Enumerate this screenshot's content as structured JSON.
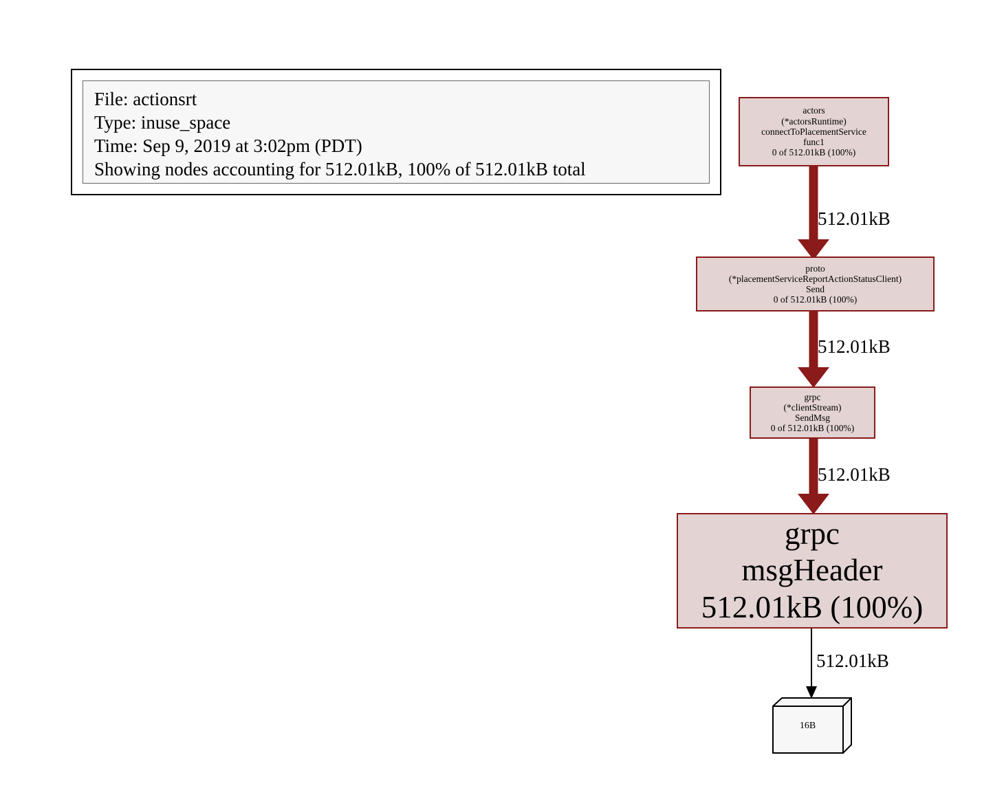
{
  "legend": {
    "lines": [
      "File: actionsrt",
      "Type: inuse_space",
      "Time: Sep 9, 2019 at 3:02pm (PDT)",
      "Showing nodes accounting for 512.01kB, 100% of 512.01kB total"
    ]
  },
  "colors": {
    "node_fill": "#e3d3d3",
    "node_border": "#8b1a1a",
    "edge": "#8b1a1a",
    "leaf_edge": "#000000",
    "leaf_fill": "#f7f7f7",
    "background": "#ffffff"
  },
  "graph": {
    "nodes": [
      {
        "id": "actors-connectToPlacementService",
        "lines": [
          "actors",
          "(*actorsRuntime)",
          "connectToPlacementService",
          "func1",
          "0 of 512.01kB (100%)"
        ]
      },
      {
        "id": "proto-send",
        "lines": [
          "proto",
          "(*placementServiceReportActionStatusClient)",
          "Send",
          "0 of 512.01kB (100%)"
        ]
      },
      {
        "id": "grpc-clientstream-sendmsg",
        "lines": [
          "grpc",
          "(*clientStream)",
          "SendMsg",
          "0 of 512.01kB (100%)"
        ]
      },
      {
        "id": "grpc-msgheader",
        "lines": [
          "grpc",
          "msgHeader",
          "512.01kB (100%)"
        ]
      },
      {
        "id": "leaf-16b",
        "lines": [
          "16B"
        ]
      }
    ],
    "edges": [
      {
        "id": "e1",
        "from": "actors-connectToPlacementService",
        "to": "proto-send",
        "label": "512.01kB",
        "weight": "heavy"
      },
      {
        "id": "e2",
        "from": "proto-send",
        "to": "grpc-clientstream-sendmsg",
        "label": "512.01kB",
        "weight": "heavy"
      },
      {
        "id": "e3",
        "from": "grpc-clientstream-sendmsg",
        "to": "grpc-msgheader",
        "label": "512.01kB",
        "weight": "heavy"
      },
      {
        "id": "e4",
        "from": "grpc-msgheader",
        "to": "leaf-16b",
        "label": "512.01kB",
        "weight": "light"
      }
    ]
  }
}
